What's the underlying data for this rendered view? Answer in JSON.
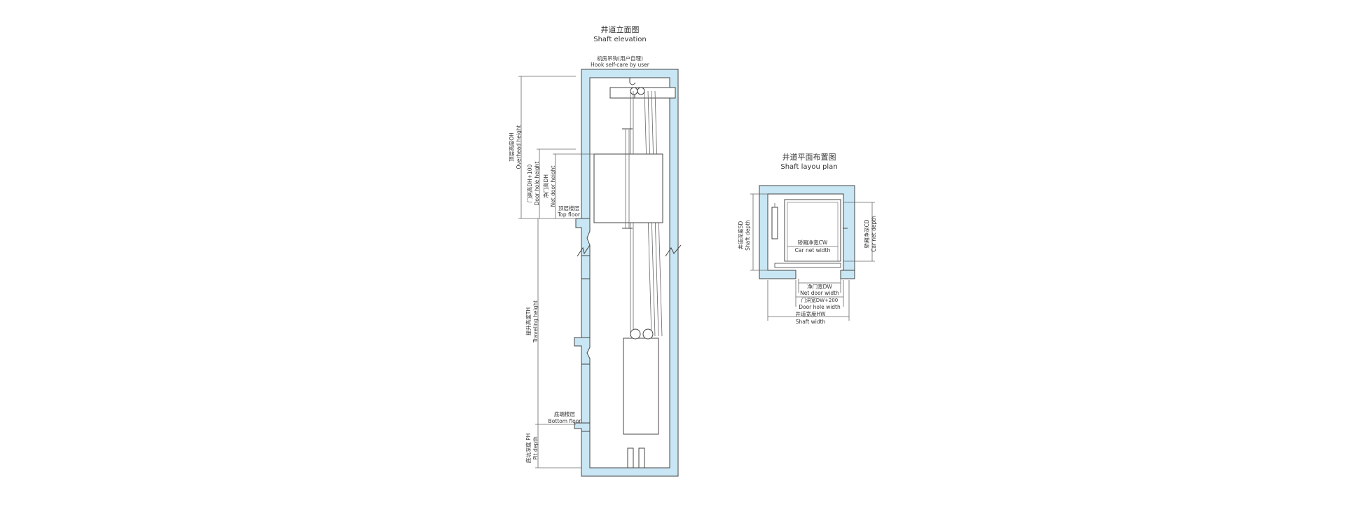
{
  "colors": {
    "wall_fill": "#c8e6f3",
    "line": "#444444",
    "text": "#333333"
  },
  "elevation": {
    "title_zh": "井道立面图",
    "title_en": "Shaft elevation",
    "hook_zh": "机房吊钩(用户自理)",
    "hook_en": "Hook self-care by user",
    "overhead_zh": "顶层高度OH",
    "overhead_en": "Overhead height",
    "doorhole_zh": "门洞高DH+100",
    "doorhole_en": "Door hole height",
    "netdoor_zh": "净门高DH",
    "netdoor_en": "Net door height",
    "topfloor_zh": "顶层楼层",
    "topfloor_en": "Top floor",
    "travel_zh": "提升高度TH",
    "travel_en": "Traveling height",
    "bottomfloor_zh": "底端楼层",
    "bottomfloor_en": "Bottom floor",
    "pit_zh": "底坑深度 PH",
    "pit_en": "Pit depth"
  },
  "plan": {
    "title_zh": "井道平面布置图",
    "title_en": "Shaft  layou plan",
    "shaftdepth_zh": "井道深度SD",
    "shaftdepth_en": "Shaft depth",
    "cardepth_zh": "轿厢净深CD",
    "cardepth_en": "Car net depth",
    "carwidth_zh": "轿厢净宽CW",
    "carwidth_en": "Car net width",
    "netdoor_zh": "净门宽DW",
    "netdoor_en": "Net door width",
    "doorhole_zh": "门洞宽DW+200",
    "doorhole_en": "Door hole width",
    "shaftwidth_zh": "井道宽度HW",
    "shaftwidth_en": "Shaft width"
  }
}
